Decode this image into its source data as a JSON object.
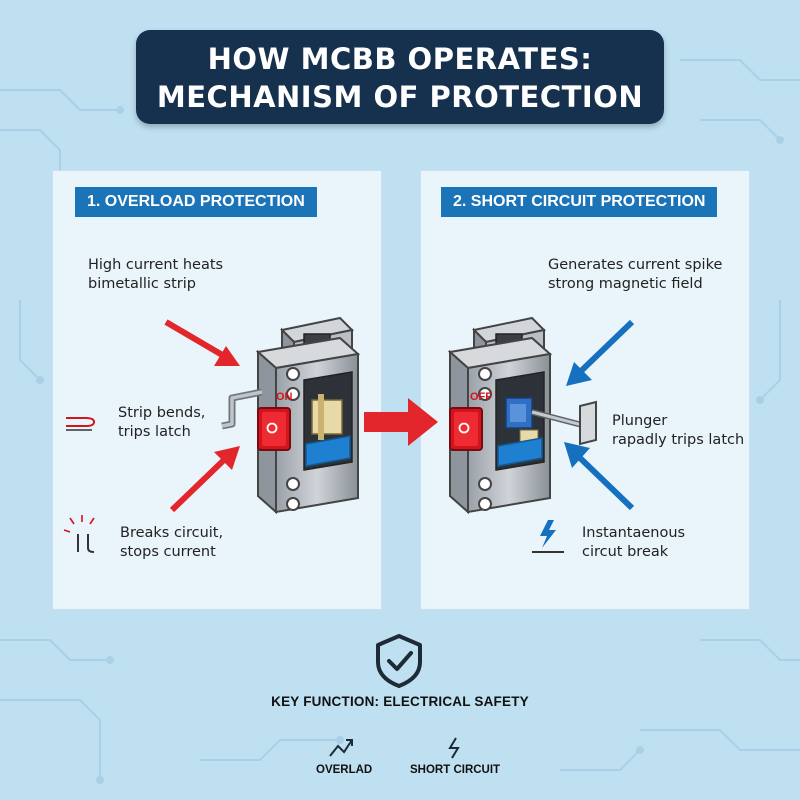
{
  "title": {
    "line1": "HOW MCBB OPERATES:",
    "line2": "MECHANISM OF PROTECTION"
  },
  "panels": {
    "overload": {
      "header": "1. OVERLOAD PROTECTION",
      "cause_lines": [
        "High current heats",
        "bimetallic strip"
      ],
      "step1_lines": [
        "Strip bends,",
        "trips latch"
      ],
      "step2_lines": [
        "Breaks circuit,",
        "stops current"
      ],
      "switch_label": "ON"
    },
    "short_circuit": {
      "header": "2. SHORT CIRCUIT PROTECTION",
      "cause_lines": [
        "Generates current spike",
        "strong magnetic field"
      ],
      "step1_lines": [
        "Plunger",
        "rapadly trips latch"
      ],
      "step2_lines": [
        "Instantaenous",
        "circut break"
      ],
      "switch_label": "OFF"
    }
  },
  "footer": {
    "key_function": "KEY FUNCTION: ELECTRICAL SAFETY",
    "legend": [
      "OVERLAD",
      "SHORT CIRCUIT"
    ]
  },
  "colors": {
    "title_bg": "#16314d",
    "header_bg": "#1b73b8",
    "overload_arrow": "#e3262b",
    "short_arrow": "#1570c0",
    "background": "#bfe0f0",
    "panel_bg": "#eaf4fb"
  },
  "icons": [
    "shield-check-icon",
    "bimetal-strip-icon",
    "spark-break-icon",
    "lightning-icon",
    "overload-trend-icon"
  ]
}
